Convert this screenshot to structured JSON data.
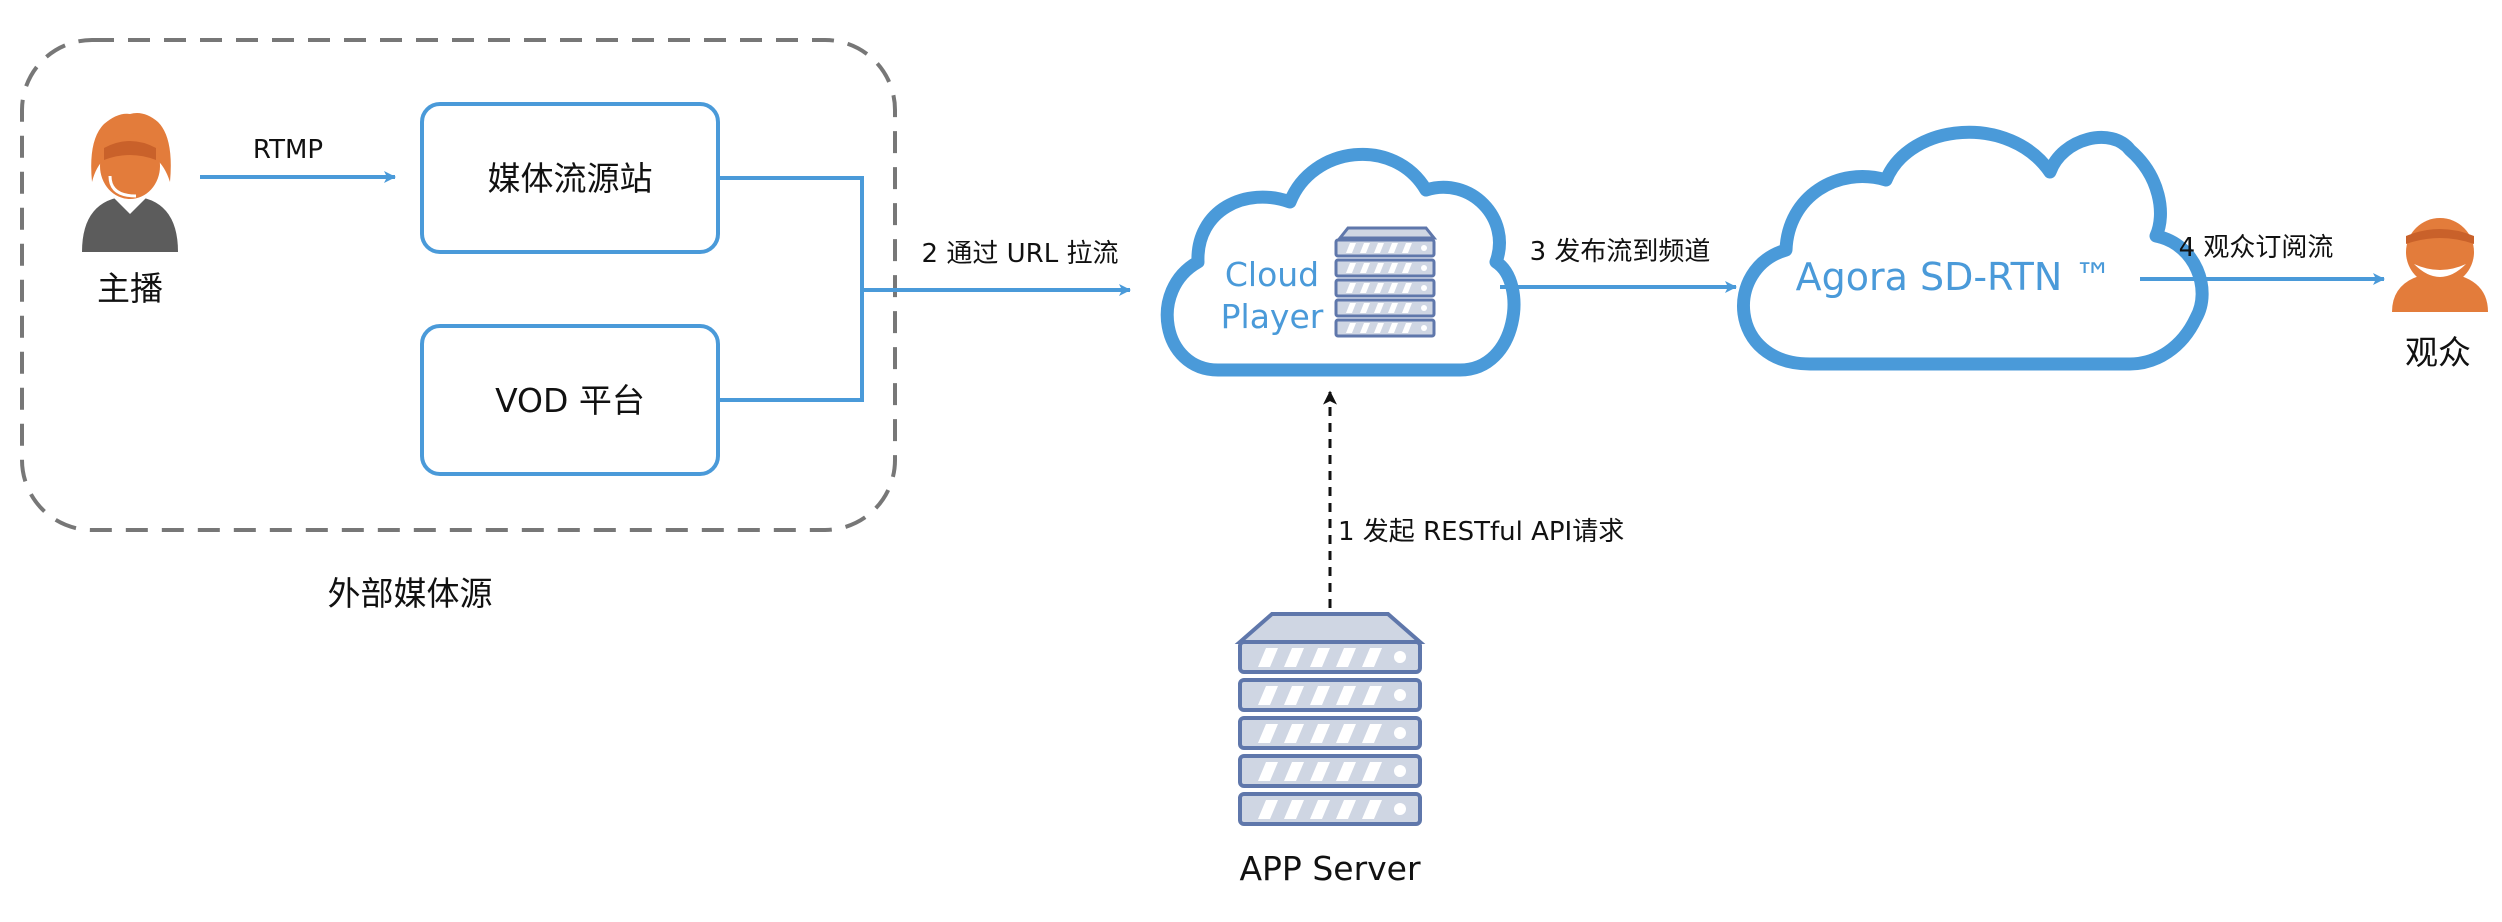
{
  "external": {
    "group_label": "外部媒体源",
    "host_label": "主播",
    "rtmp_label": "RTMP",
    "media_origin_label": "媒体流源站",
    "vod_label": "VOD 平台"
  },
  "edges": {
    "pull_label": "2 通过 URL 拉流",
    "publish_label": "3 发布流到频道",
    "subscribe_label": "4 观众订阅流",
    "restful_label": "1 发起 RESTful API请求"
  },
  "cloud_player": {
    "line1": "Cloud",
    "line2": "Player"
  },
  "agora": {
    "label": "Agora SD-RTN ™"
  },
  "app_server": {
    "label": "APP Server"
  },
  "audience": {
    "label": "观众"
  },
  "colors": {
    "accent": "#4a9ad9",
    "cloud_text": "#4a9ad9",
    "server_fill": "#cfd6e3",
    "server_stroke": "#5f77ab",
    "person_orange": "#e37c3b",
    "person_gray": "#5c5c5c",
    "dash": "#777777"
  }
}
